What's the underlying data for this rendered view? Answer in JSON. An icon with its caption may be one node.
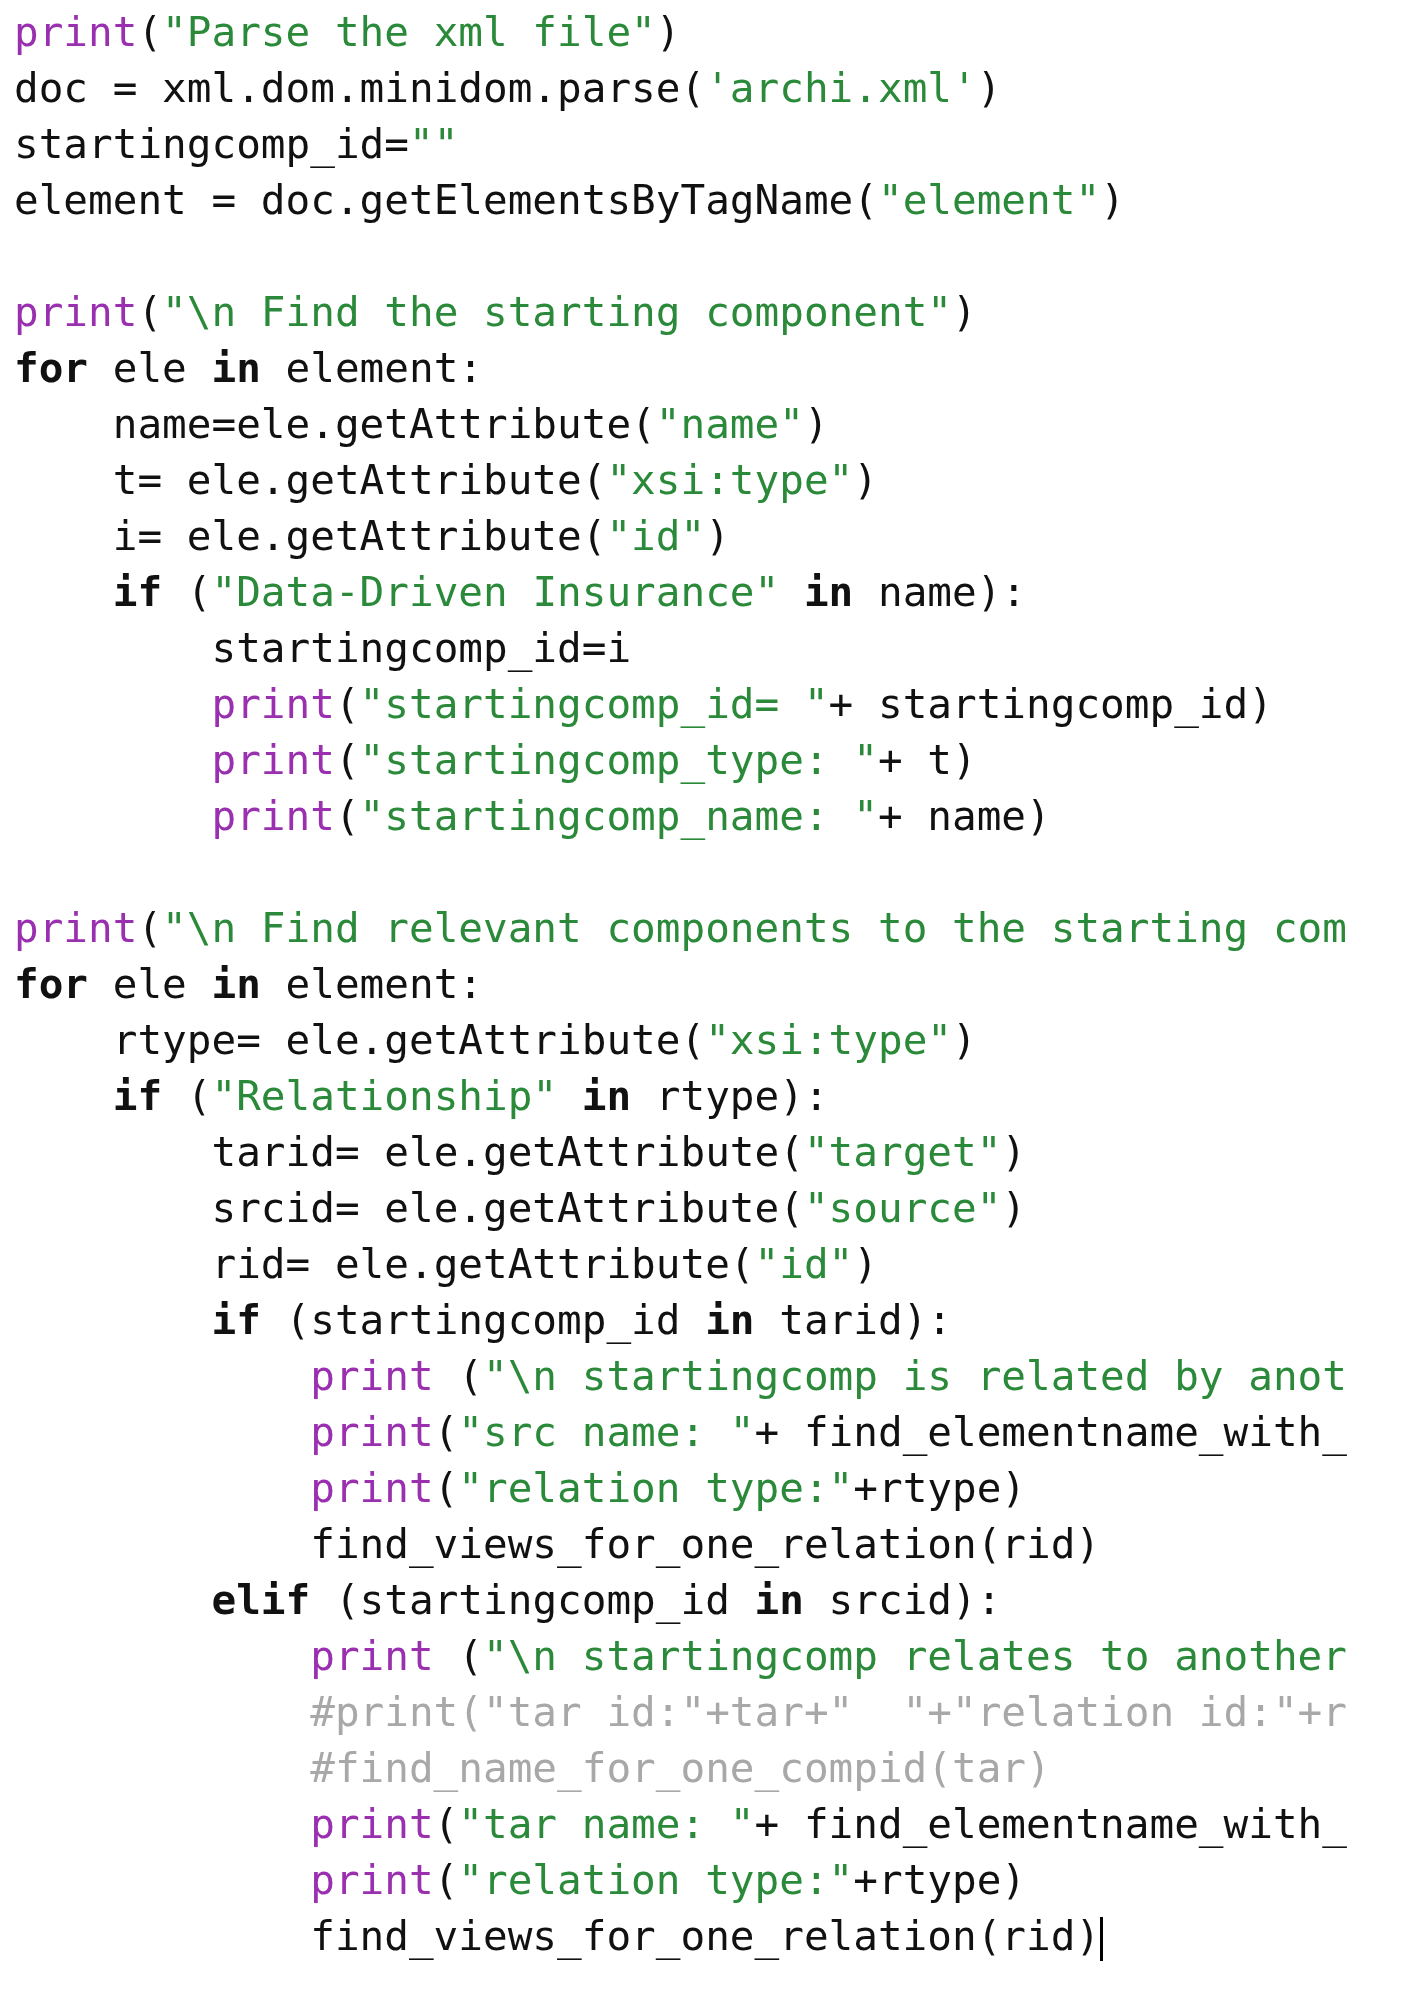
{
  "diagram": {
    "labels": [
      "print(\"Parse the xml file\")",
      "doc = xml.dom.minidom.parse('archi.xml')",
      "startingcomp_id=\"\"",
      "element = doc.getElementsByTagName(\"element\")",
      "print(\"\\n Find the starting component\")",
      "**for** ele **in** element:",
      "name=ele.getAttribute(\"name\")",
      "t= ele.getAttribute(\"xsi:type\")",
      "i= ele.getAttribute(\"id\")",
      "**if** (\"Data-Driven Insurance\" **in** name):",
      "startingcomp_id=i",
      "print(\"startingcomp_id= \"+ startingcomp_id)",
      "print(\"startingcomp_type: \"+ t)",
      "print(\"startingcomp_name: \"+ name)",
      "print(\"\\n Find relevant components to the starting com",
      "**for** ele **in** element:",
      "rtype= ele.getAttribute(\"xsi:type\")",
      "**if** (\"Relationship\" **in** rtype):",
      "tarid= ele.getAttribute(\"target\")",
      "srcid= ele.getAttribute(\"source\")",
      "rid= ele.getAttribute(\"id\")",
      "**if** (startingcomp_id **in** tarid):",
      "print (\"\\n startingcomp is related by anot",
      "print(\"src name: \"+ find_elementname_with_",
      "print(\"relation type:\"+rtype)",
      "find_views_for_one_relation(rid)",
      "**elif** (startingcomp_id **in** srcid):",
      "print (\"\\n startingcomp relates to another",
      "#print(\"tar id:\"+tar+\"  \"+\"relation id:\"+r",
      "#find_name_for_one_compid(tar)",
      "print(\"tar name: \"+ find_elementname_with_",
      "print(\"relation type:\"+rtype)",
      "find_views_for_one_relation(rid)"
    ]
  }
}
